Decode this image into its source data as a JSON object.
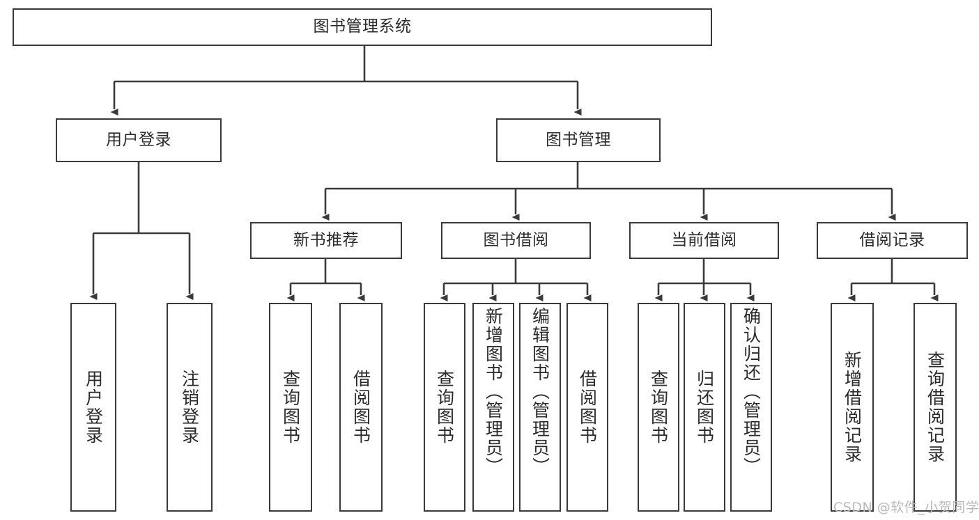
{
  "diagram": {
    "title": "图书管理系统",
    "type": "tree-hierarchy",
    "watermark": "CSDN @软件_小贺同学",
    "stroke_color": "#3a3a3a",
    "fill_color": "#ffffff",
    "text_color": "#2b2b2b"
  },
  "nodes": {
    "root": {
      "label": "图书管理系统"
    },
    "level2": [
      {
        "label": "用户登录"
      },
      {
        "label": "图书管理"
      }
    ],
    "level3": [
      {
        "label": "新书推荐"
      },
      {
        "label": "图书借阅"
      },
      {
        "label": "当前借阅"
      },
      {
        "label": "借阅记录"
      }
    ],
    "leaves": {
      "user_login": [
        {
          "label": "用户登录"
        },
        {
          "label": "注销登录"
        }
      ],
      "new_book_recommend": [
        {
          "label": "查询图书"
        },
        {
          "label": "借阅图书"
        }
      ],
      "book_borrow": [
        {
          "label": "查询图书"
        },
        {
          "label": "新增图书（管理员）"
        },
        {
          "label": "编辑图书（管理员）"
        },
        {
          "label": "借阅图书"
        }
      ],
      "current_borrow": [
        {
          "label": "查询图书"
        },
        {
          "label": "归还图书"
        },
        {
          "label": "确认归还（管理员）"
        }
      ],
      "borrow_records": [
        {
          "label": "新增借阅记录"
        },
        {
          "label": "查询借阅记录"
        }
      ]
    }
  }
}
